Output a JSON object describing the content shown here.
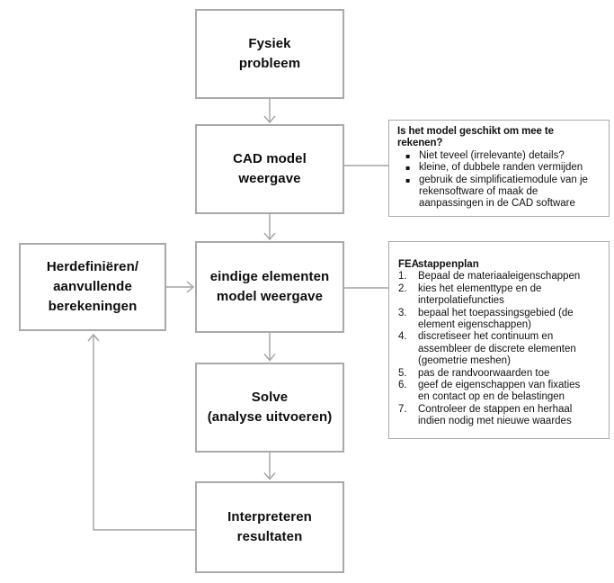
{
  "flowchart": {
    "nodes": [
      {
        "id": "fysiek-probleem",
        "label": "Fysiek\nprobleem"
      },
      {
        "id": "cad-model-weergave",
        "label": "CAD model\nweergave"
      },
      {
        "id": "herdefinieren",
        "label": "Herdefiniëren/\naanvullende\nberekeningen"
      },
      {
        "id": "eindige-elementen-model",
        "label": "eindige elementen\nmodel weergave"
      },
      {
        "id": "solve",
        "label": "Solve\n(analyse uitvoeren)"
      },
      {
        "id": "interpreteren-resultaten",
        "label": "Interpreteren\nresultaten"
      }
    ]
  },
  "question_note": {
    "title": "Is het model geschikt om mee te\nrekenen?",
    "bullet_char": "▪",
    "bullets": [
      "Niet teveel (irrelevante) details?",
      "kleine, of dubbele randen vermijden",
      "gebruik de simplificatiemodule van je\nrekensoftware of maak de\naanpassingen in de CAD software"
    ]
  },
  "fea_note": {
    "title_prefix": "FEA",
    "title": "stappenplan",
    "steps": [
      {
        "num": "1.",
        "text": "Bepaal de materiaaleigenschappen"
      },
      {
        "num": "2.",
        "text": "kies het elementtype en de\ninterpolatiefuncties"
      },
      {
        "num": "3.",
        "text": "bepaal het toepassingsgebied (de\nelement eigenschappen)"
      },
      {
        "num": "4.",
        "text": "discretiseer het continuum en\nassembleer de discrete elementen\n(geometrie meshen)"
      },
      {
        "num": "5.",
        "text": "pas de randvoorwaarden toe"
      },
      {
        "num": "6.",
        "text": "geef de eigenschappen van fixaties\nen contact op en de belastingen"
      },
      {
        "num": "7.",
        "text": "Controleer de stappen en herhaal\nindien nodig met nieuwe waardes"
      }
    ]
  },
  "colors": {
    "box_border": "#a9a9a9",
    "arrow": "#a3a3a3",
    "text": "#000000",
    "background": "#ffffff"
  }
}
